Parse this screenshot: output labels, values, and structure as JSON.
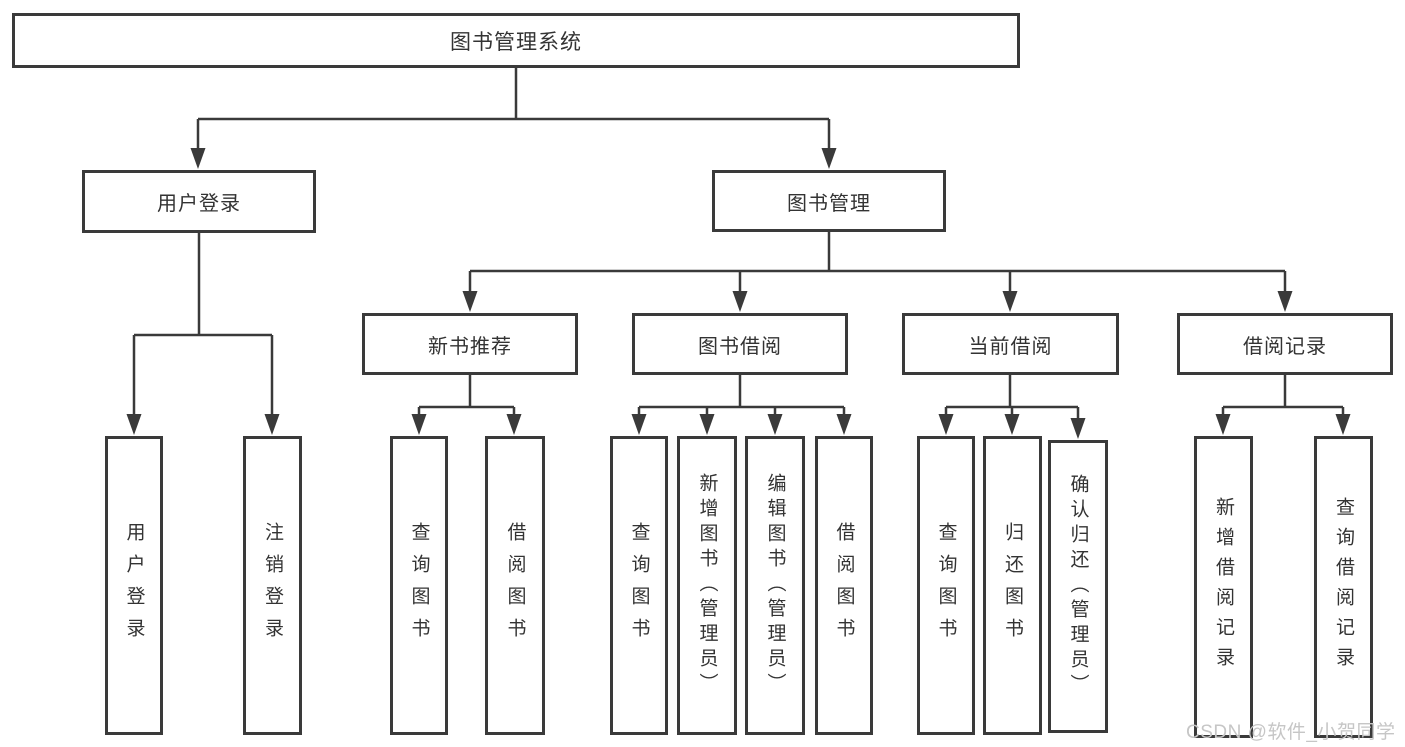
{
  "tree": {
    "root": {
      "label": "图书管理系统",
      "children": [
        {
          "label": "用户登录",
          "children": [
            {
              "label": "用户登录"
            },
            {
              "label": "注销登录"
            }
          ]
        },
        {
          "label": "图书管理",
          "children": [
            {
              "label": "新书推荐",
              "children": [
                {
                  "label": "查询图书"
                },
                {
                  "label": "借阅图书"
                }
              ]
            },
            {
              "label": "图书借阅",
              "children": [
                {
                  "label": "查询图书"
                },
                {
                  "label": "新增图书（管理员）"
                },
                {
                  "label": "编辑图书（管理员）"
                },
                {
                  "label": "借阅图书"
                }
              ]
            },
            {
              "label": "当前借阅",
              "children": [
                {
                  "label": "查询图书"
                },
                {
                  "label": "归还图书"
                },
                {
                  "label": "确认归还（管理员）"
                }
              ]
            },
            {
              "label": "借阅记录",
              "children": [
                {
                  "label": "新增借阅记录"
                },
                {
                  "label": "查询借阅记录"
                }
              ]
            }
          ]
        }
      ]
    }
  },
  "watermark": {
    "text": "CSDN @软件_小贺同学"
  },
  "colors": {
    "line": "#3a3a3a",
    "node_border": "#3a3a3a",
    "node_text": "#333333",
    "watermark": "#c6c6c6",
    "background": "#ffffff"
  }
}
